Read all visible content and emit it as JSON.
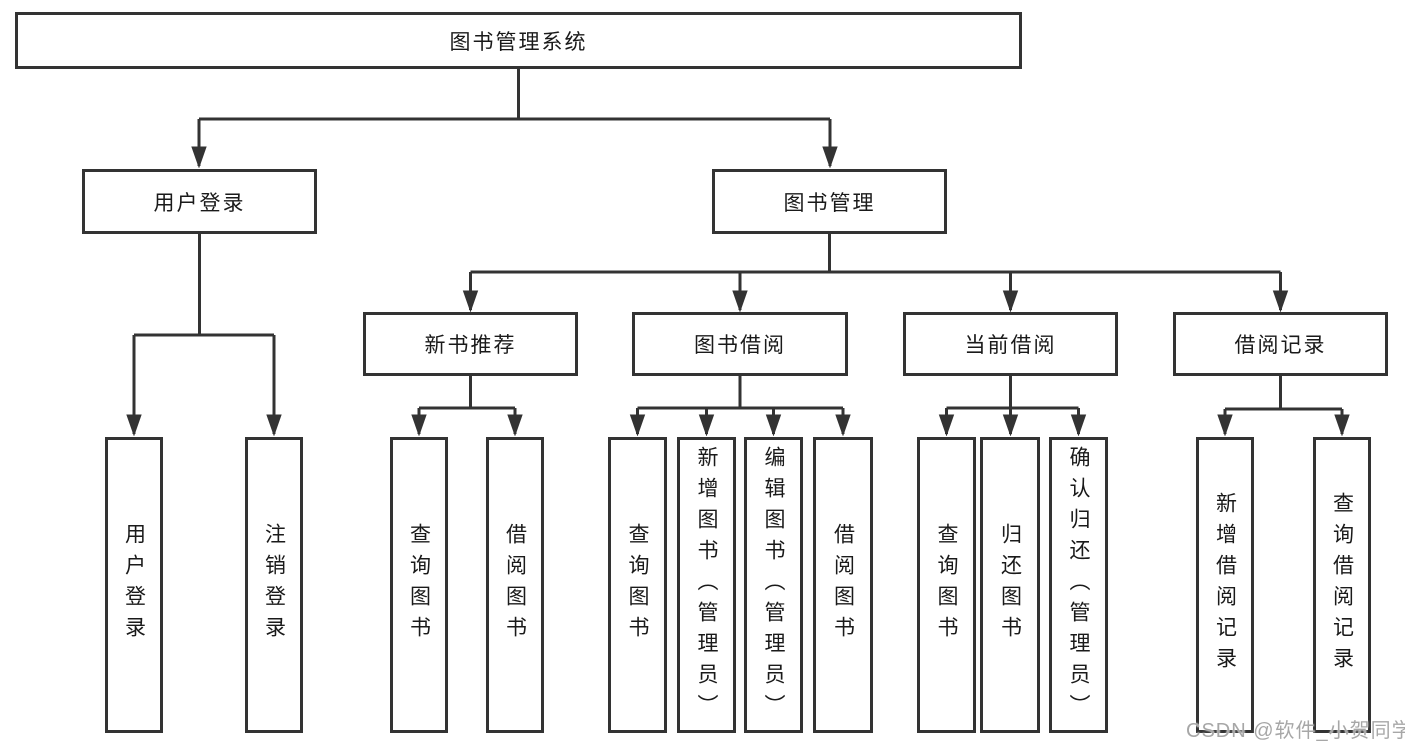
{
  "diagram": {
    "type": "hierarchy-tree",
    "root": {
      "label": "图书管理系统"
    },
    "branches": [
      {
        "label": "用户登录",
        "children": [
          {
            "label": "用户登录"
          },
          {
            "label": "注销登录"
          }
        ]
      },
      {
        "label": "图书管理",
        "children": [
          {
            "label": "新书推荐",
            "children": [
              {
                "label": "查询图书"
              },
              {
                "label": "借阅图书"
              }
            ]
          },
          {
            "label": "图书借阅",
            "children": [
              {
                "label": "查询图书"
              },
              {
                "label": "新增图书（管理员）"
              },
              {
                "label": "编辑图书（管理员）"
              },
              {
                "label": "借阅图书"
              }
            ]
          },
          {
            "label": "当前借阅",
            "children": [
              {
                "label": "查询图书"
              },
              {
                "label": "归还图书"
              },
              {
                "label": "确认归还（管理员）"
              }
            ]
          },
          {
            "label": "借阅记录",
            "children": [
              {
                "label": "新增借阅记录"
              },
              {
                "label": "查询借阅记录"
              }
            ]
          }
        ]
      }
    ]
  },
  "watermark": {
    "text": "CSDN @软件_小贺同学"
  },
  "colors": {
    "line": "#333333",
    "box_border": "#333333",
    "text": "#1a1a1a",
    "background": "#ffffff",
    "watermark": "#9b9b9b"
  }
}
